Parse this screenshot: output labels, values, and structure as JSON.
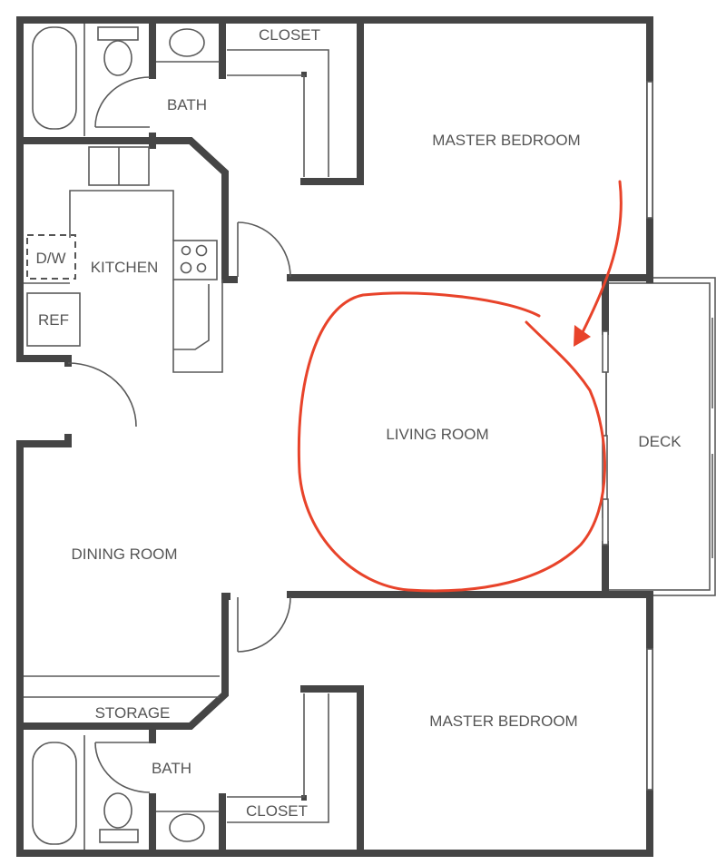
{
  "rooms": {
    "closet_top": "CLOSET",
    "bath_top": "BATH",
    "master_bedroom_top": "MASTER BEDROOM",
    "kitchen": "KITCHEN",
    "dishwasher": "D/W",
    "refrigerator": "REF",
    "living_room": "LIVING ROOM",
    "deck": "DECK",
    "dining_room": "DINING ROOM",
    "storage": "STORAGE",
    "bath_bottom": "BATH",
    "closet_bottom": "CLOSET",
    "master_bedroom_bottom": "MASTER BEDROOM"
  },
  "colors": {
    "wall": "#454545",
    "annotation": "#e8432a"
  }
}
